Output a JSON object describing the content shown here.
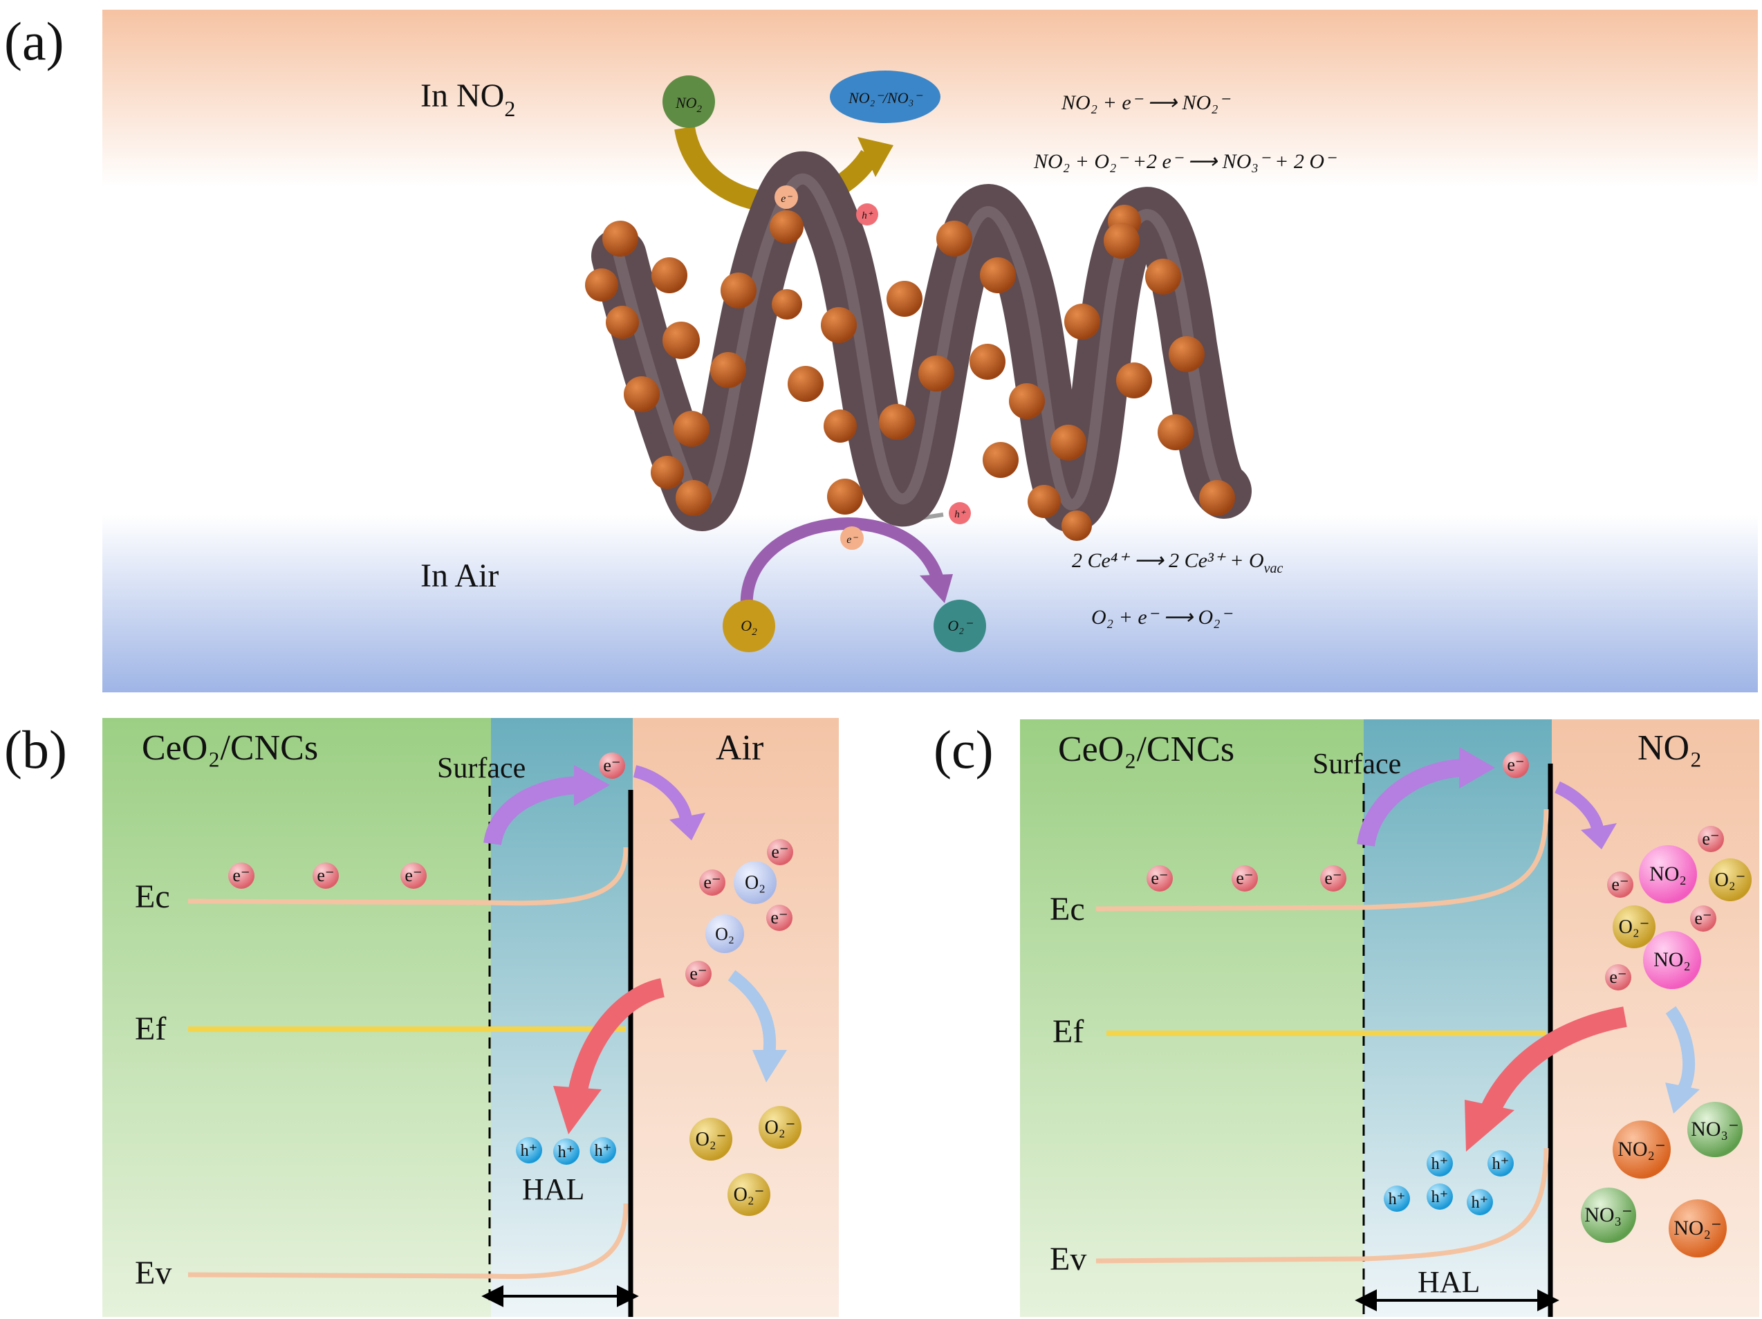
{
  "panel_a": {
    "label": "(a)",
    "in_no2": "In NO",
    "in_no2_sub": "2",
    "in_air": "In Air",
    "no2_ball": "NO",
    "no2_ball_sub": "2",
    "product_oval": "NO₂⁻/NO₃⁻",
    "o2_ball": "O",
    "o2_ball_sub": "2",
    "o2minus_ball": "O₂⁻",
    "electron": "e⁻",
    "hole": "h⁺",
    "equations": [
      "NO₂ + e⁻  ⟶  NO₂⁻",
      "NO₂ + O₂⁻  +2 e⁻  ⟶  NO₃⁻  + 2 O⁻",
      "2 Ce⁴⁺  ⟶  2 Ce³⁺ + O",
      "O₂ + e⁻  ⟶    O₂⁻"
    ],
    "equation_vac_sub": "vac",
    "colors": {
      "top": "#f6c3a3",
      "bottom": "#9fb5e6",
      "wire": "#5e4c52",
      "bead": "#b5561d"
    }
  },
  "panel_b": {
    "label": "(b)",
    "material": "CeO₂/CNCs",
    "surface": "Surface",
    "ambient": "Air",
    "ec": "Ec",
    "ef": "Ef",
    "ev": "Ev",
    "hal": "HAL",
    "electron": "e⁻",
    "hole": "h⁺",
    "o2": "O₂",
    "o2minus": "O₂⁻"
  },
  "panel_c": {
    "label": "(c)",
    "material": "CeO₂/CNCs",
    "surface": "Surface",
    "ambient": "NO₂",
    "ec": "Ec",
    "ef": "Ef",
    "ev": "Ev",
    "hal": "HAL",
    "electron": "e⁻",
    "hole": "h⁺",
    "no2": "NO₂",
    "o2minus": "O₂⁻",
    "no2minus": "NO₂⁻",
    "no3minus": "NO₃⁻"
  },
  "colors": {
    "green": "#9ccf84",
    "teal": "#6aaebd",
    "peach": "#f4c4a6",
    "ef_line": "#f4d44a",
    "band": "#f4c3a2",
    "purple_arrow": "#b47fe0",
    "red_arrow": "#ee6670",
    "blue_arrow": "#a9c8ec",
    "electron": "#e8707a",
    "hole": "#3cb5ea"
  }
}
